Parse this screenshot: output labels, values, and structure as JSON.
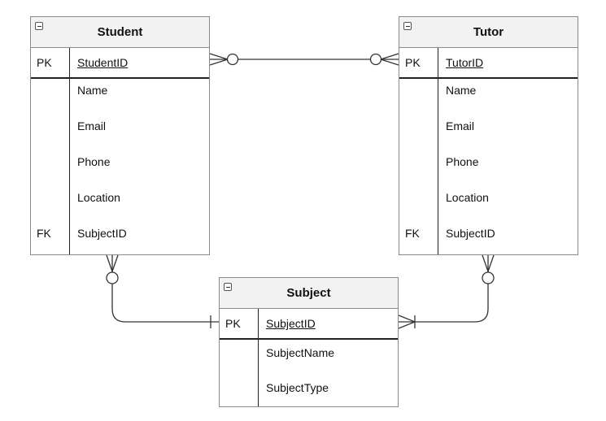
{
  "entities": {
    "student": {
      "title": "Student",
      "pk": {
        "key": "PK",
        "name": "StudentID"
      },
      "attributes": [
        {
          "key": "",
          "name": "Name"
        },
        {
          "key": "",
          "name": "Email"
        },
        {
          "key": "",
          "name": "Phone"
        },
        {
          "key": "",
          "name": "Location"
        },
        {
          "key": "FK",
          "name": "SubjectID"
        }
      ]
    },
    "tutor": {
      "title": "Tutor",
      "pk": {
        "key": "PK",
        "name": "TutorID"
      },
      "attributes": [
        {
          "key": "",
          "name": "Name"
        },
        {
          "key": "",
          "name": "Email"
        },
        {
          "key": "",
          "name": "Phone"
        },
        {
          "key": "",
          "name": "Location"
        },
        {
          "key": "FK",
          "name": "SubjectID"
        }
      ]
    },
    "subject": {
      "title": "Subject",
      "pk": {
        "key": "PK",
        "name": "SubjectID"
      },
      "attributes": [
        {
          "key": "",
          "name": "SubjectName"
        },
        {
          "key": "",
          "name": "SubjectType"
        }
      ]
    }
  },
  "relationships": [
    {
      "from": "student",
      "to": "tutor",
      "from_end": "zero-or-many",
      "to_end": "zero-or-many"
    },
    {
      "from": "student",
      "to": "subject",
      "from_end": "zero-or-many",
      "to_end": "one"
    },
    {
      "from": "tutor",
      "to": "subject",
      "from_end": "zero-or-many",
      "to_end": "one-or-many"
    }
  ]
}
